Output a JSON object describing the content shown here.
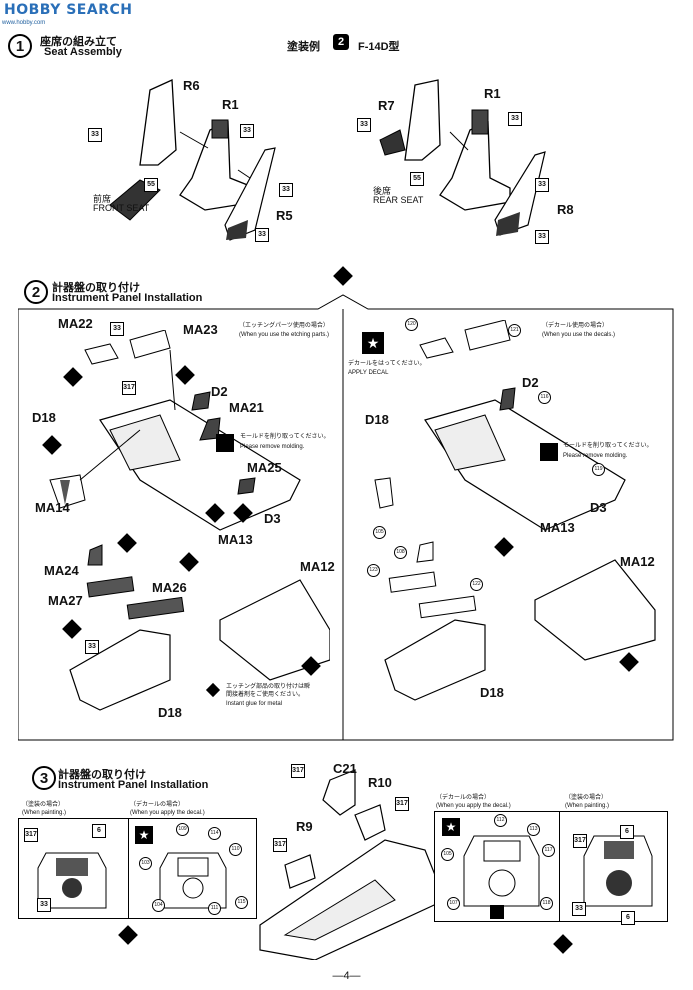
{
  "watermark": "HOBBY SEARCH",
  "watermark_sub": "www.hobby.com",
  "step1": {
    "number": "1",
    "title_jp": "座席の組み立て",
    "title_en": "Seat Assembly",
    "paint_ex": "塗装例",
    "paint_num": "2",
    "paint_model": "F-14D型",
    "front_jp": "前席",
    "front_en": "FRONT SEAT",
    "rear_jp": "後席",
    "rear_en": "REAR SEAT",
    "parts": [
      "R6",
      "R1",
      "R5",
      "R7",
      "R1",
      "R8"
    ],
    "codes": [
      "33",
      "55",
      "33",
      "33",
      "33",
      "55",
      "33",
      "33",
      "33",
      "33"
    ]
  },
  "step2": {
    "number": "2",
    "title_jp": "計器盤の取り付け",
    "title_en": "Instrument Panel Installation",
    "etch_note_jp": "（エッチングパーツ使用の場合）",
    "etch_note_en": "(When you use the etching parts.)",
    "decal_note_jp": "（デカール使用の場合）",
    "decal_note_en": "(When you use the decals.)",
    "apply_decal_jp": "デカールをはってください。",
    "apply_decal_en": "APPLY DECAL",
    "mold_jp": "モールドを削り取ってください。",
    "mold_en": "Please remove molding.",
    "glue_jp1": "エッチング部品の取り付けは瞬",
    "glue_jp2": "間接着剤をご使用ください。",
    "glue_en": "Instant glue for metal",
    "left_parts": [
      "MA22",
      "MA23",
      "D2",
      "MA21",
      "D18",
      "MA25",
      "D3",
      "MA14",
      "MA13",
      "MA12",
      "MA24",
      "MA27",
      "MA26",
      "D18"
    ],
    "right_parts": [
      "D2",
      "D18",
      "D3",
      "MA13",
      "MA12",
      "D18"
    ],
    "decal_nums": [
      "120",
      "121",
      "116",
      "119",
      "105",
      "108",
      "123",
      "122"
    ],
    "codes": [
      "33",
      "317",
      "33"
    ]
  },
  "step3": {
    "number": "3",
    "title_jp": "計器盤の取り付け",
    "title_en": "Instrument Panel Installation",
    "paint_jp": "（塗装の場合）",
    "paint_en": "(When painting.)",
    "decal_jp": "（デカールの場合）",
    "decal_en": "(When you apply the decal.)",
    "parts": [
      "C21",
      "R10",
      "R9"
    ],
    "decal_nums_left": [
      "109",
      "114",
      "110",
      "103",
      "104",
      "111",
      "115"
    ],
    "decal_nums_right": [
      "112",
      "113",
      "117",
      "105",
      "107",
      "118"
    ],
    "codes": [
      "317",
      "6",
      "33",
      "317",
      "33",
      "6"
    ]
  },
  "page_number": "—4—"
}
